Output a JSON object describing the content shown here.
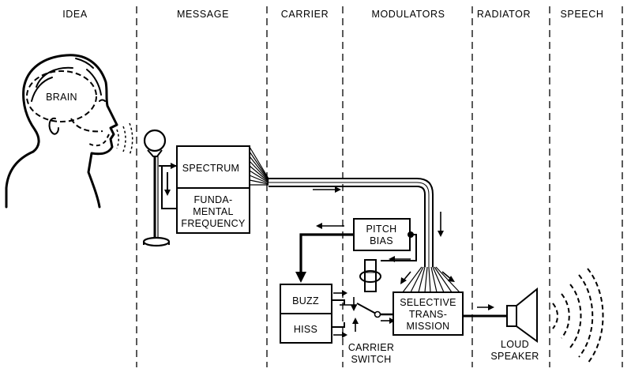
{
  "columns": [
    "IDEA",
    "MESSAGE",
    "CARRIER",
    "MODULATORS",
    "RADIATOR",
    "SPEECH"
  ],
  "labels": {
    "brain": "BRAIN",
    "spectrum": "SPECTRUM",
    "fundamental": [
      "FUNDA-",
      "MENTAL",
      "FREQUENCY"
    ],
    "pitch_bias": [
      "PITCH",
      "BIAS"
    ],
    "buzz": "BUZZ",
    "hiss": "HISS",
    "selective": [
      "SELECTIVE",
      "TRANS-",
      "MISSION"
    ],
    "carrier_switch": [
      "CARRIER",
      "SWITCH"
    ],
    "loud_speaker": [
      "LOUD",
      "SPEAKER"
    ]
  }
}
